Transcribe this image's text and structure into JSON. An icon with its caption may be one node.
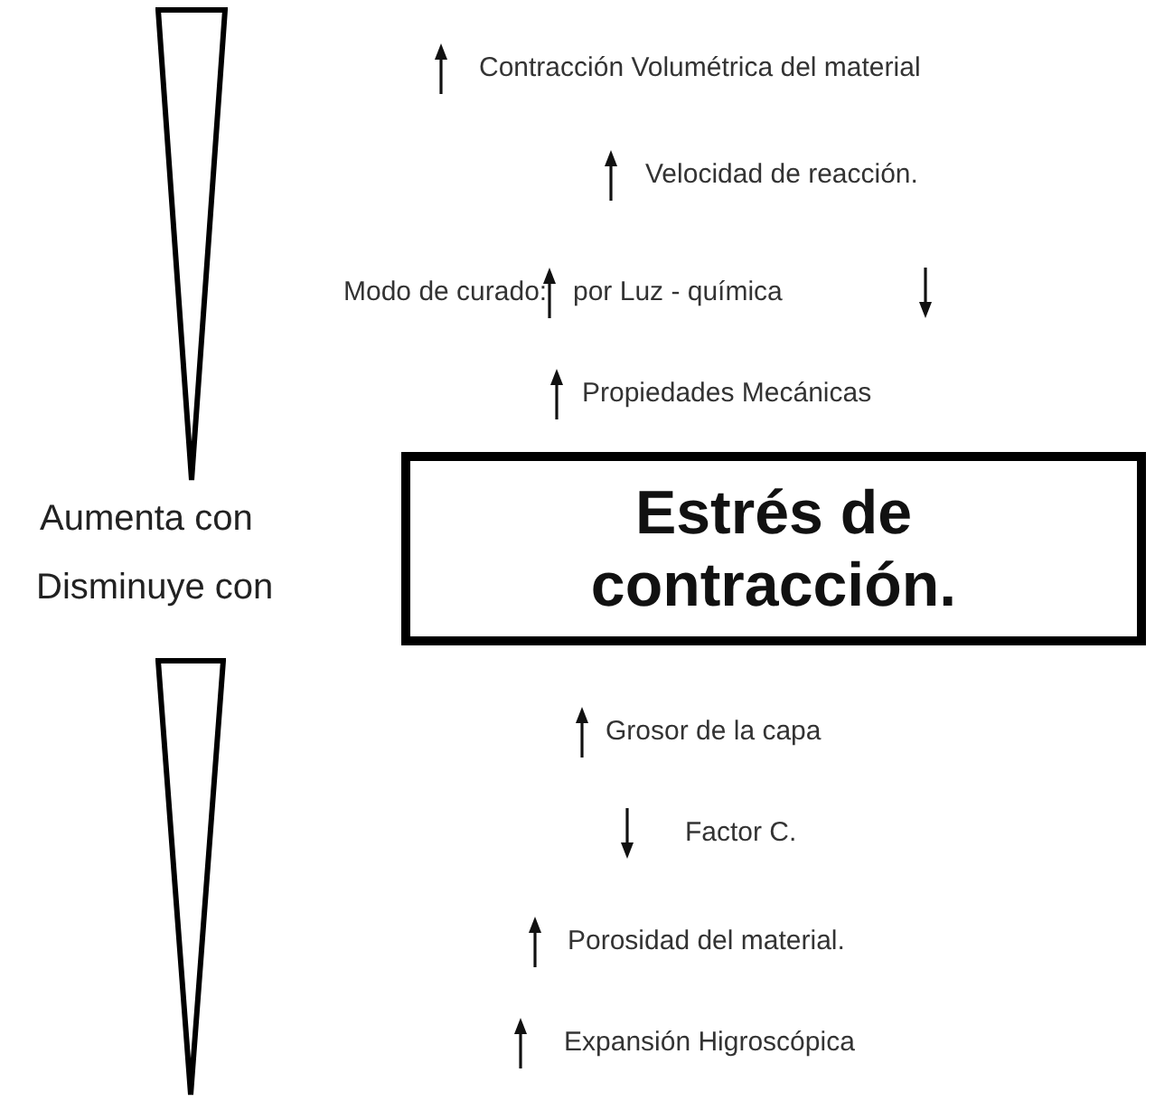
{
  "diagram": {
    "nodes": [
      {
        "text": [],
        "shape": "triangle"
      },
      {
        "text": [
          "Estrés de contracción."
        ]
      },
      {
        "text": [],
        "shape": "triangle"
      }
    ],
    "labels": [
      "Contracción Volumétrica del material",
      "Velocidad de reacción.",
      "Modo de curado:",
      "por Luz - química",
      "Propiedades Mecánicas",
      "Aumenta con",
      "Disminuye con",
      "Grosor de la capa",
      "Factor C.",
      "Porosidad del material.",
      "Expansión Higroscópica"
    ]
  }
}
